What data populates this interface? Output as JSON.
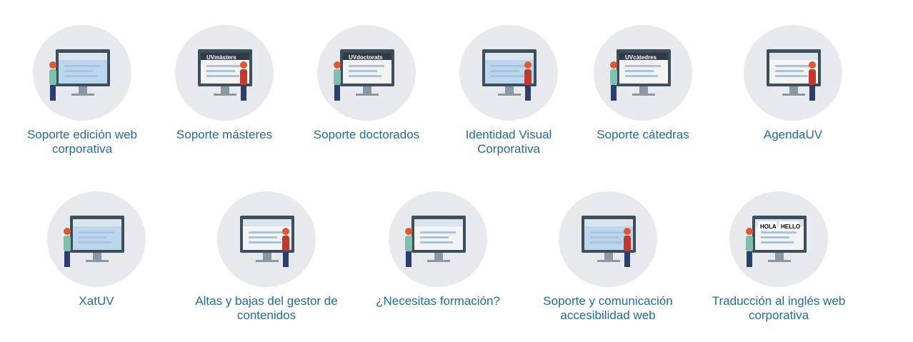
{
  "colors": {
    "label": "#1f6a9e",
    "circle": "#e7e9ec",
    "screen": "#4a6f8a",
    "accent": "#e4572e"
  },
  "services": [
    {
      "label": "Soporte edición web corporativa",
      "icon": "web-editing-illustration"
    },
    {
      "label": "Soporte másteres",
      "icon": "masters-illustration",
      "screen_text": "UVmàsters"
    },
    {
      "label": "Soporte doctorados",
      "icon": "doctorates-illustration",
      "screen_text": "UVdoctorats"
    },
    {
      "label": "Identidad Visual Corporativa",
      "icon": "visual-identity-illustration"
    },
    {
      "label": "Soporte cátedras",
      "icon": "chairs-illustration",
      "screen_text": "UVcàtedres"
    },
    {
      "label": "AgendaUV",
      "icon": "agenda-illustration"
    },
    {
      "label": "XatUV",
      "icon": "chat-illustration"
    },
    {
      "label": "Altas y bajas del gestor de contenidos",
      "icon": "cms-users-illustration"
    },
    {
      "label": "¿Necesitas formación?",
      "icon": "training-illustration"
    },
    {
      "label": "Soporte y comunicación accesibilidad web",
      "icon": "accessibility-illustration"
    },
    {
      "label": "Traducción al inglés web corporativa",
      "icon": "translation-illustration",
      "screen_text": [
        "HOLA",
        "HELLO"
      ]
    }
  ]
}
